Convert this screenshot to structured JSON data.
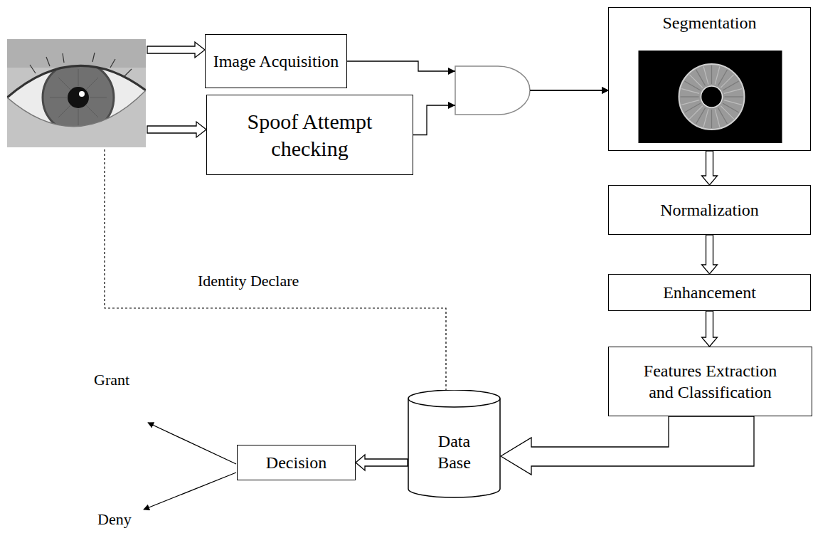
{
  "diagram": {
    "nodes": [
      {
        "text": [
          "Image Acquisition"
        ]
      },
      {
        "text": [
          "Spoof Attempt checking"
        ]
      },
      {
        "text": [
          "Segmentation"
        ]
      },
      {
        "text": [
          "Normalization"
        ]
      },
      {
        "text": [
          "Enhancement"
        ]
      },
      {
        "text": [
          "Features Extraction and Classification"
        ]
      },
      {
        "text": [
          "Data Base"
        ]
      },
      {
        "text": [
          "Decision"
        ]
      }
    ],
    "edges": [
      {
        "from": 0,
        "to": 2,
        "arrow": "to"
      },
      {
        "from": 1,
        "to": 2,
        "arrow": "to"
      },
      {
        "from": 2,
        "to": 3,
        "arrow": "to"
      },
      {
        "from": 3,
        "to": 4,
        "arrow": "to"
      },
      {
        "from": 4,
        "to": 5,
        "arrow": "to"
      },
      {
        "from": 5,
        "to": 6,
        "arrow": "to"
      },
      {
        "from": 6,
        "to": 7,
        "arrow": "to"
      }
    ],
    "labels": [
      "Identity Declare",
      "Grant",
      "Deny"
    ]
  }
}
